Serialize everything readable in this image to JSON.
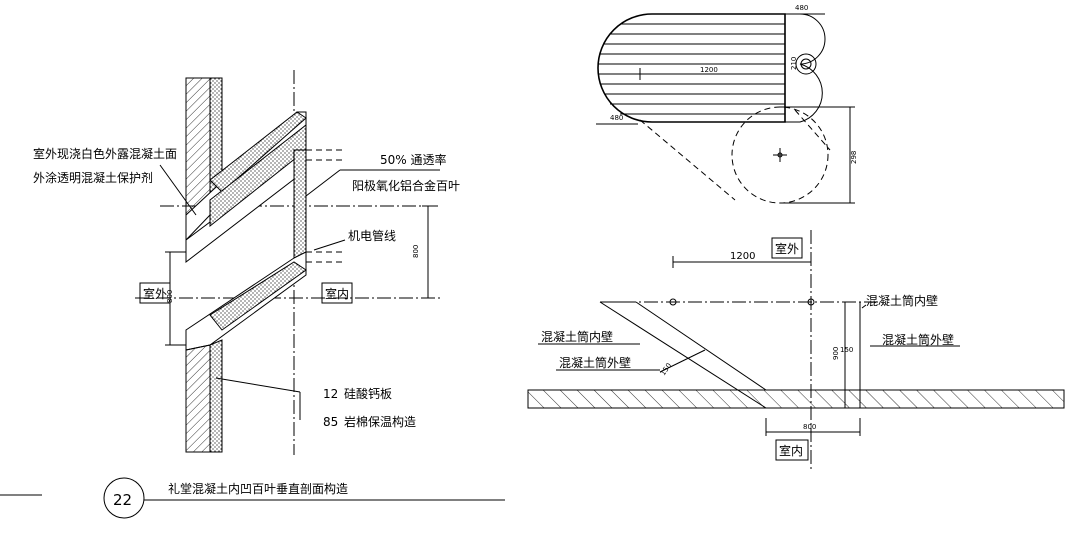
{
  "left_section": {
    "label_exterior_concrete_line1": "室外现浇白色外露混凝土面",
    "label_exterior_concrete_line2": "外涂透明混凝土保护剂",
    "label_permeability": "50%  通透率",
    "label_louver": "阳极氧化铝合金百叶",
    "label_mep": "机电管线",
    "dim_800_vertical": "800",
    "dim_800_small": "800",
    "label_outdoor": "室外",
    "label_indoor": "室内",
    "label_board_thickness": "12",
    "label_board": "硅酸钙板",
    "label_insulation_thickness": "85",
    "label_insulation": "岩棉保温构造"
  },
  "title_block": {
    "number": "22",
    "title": "礼堂混凝土内凹百叶垂直剖面构造"
  },
  "top_right_plan": {
    "dim_1200": "1200",
    "dim_top": "480",
    "dim_right_small": "210",
    "dim_left_small": "480",
    "dim_298": "298"
  },
  "bottom_right_section": {
    "dim_1200": "1200",
    "label_outdoor": "室外",
    "label_tube_inner_top": "混凝土筒内壁",
    "label_tube_inner_left": "混凝土筒内壁",
    "label_tube_outer_left": "混凝土筒外壁",
    "label_tube_outer_right": "混凝土筒外壁",
    "dim_900": "900",
    "dim_150_vertical": "150",
    "dim_150_diag": "150",
    "dim_800": "800",
    "label_indoor": "室内"
  }
}
